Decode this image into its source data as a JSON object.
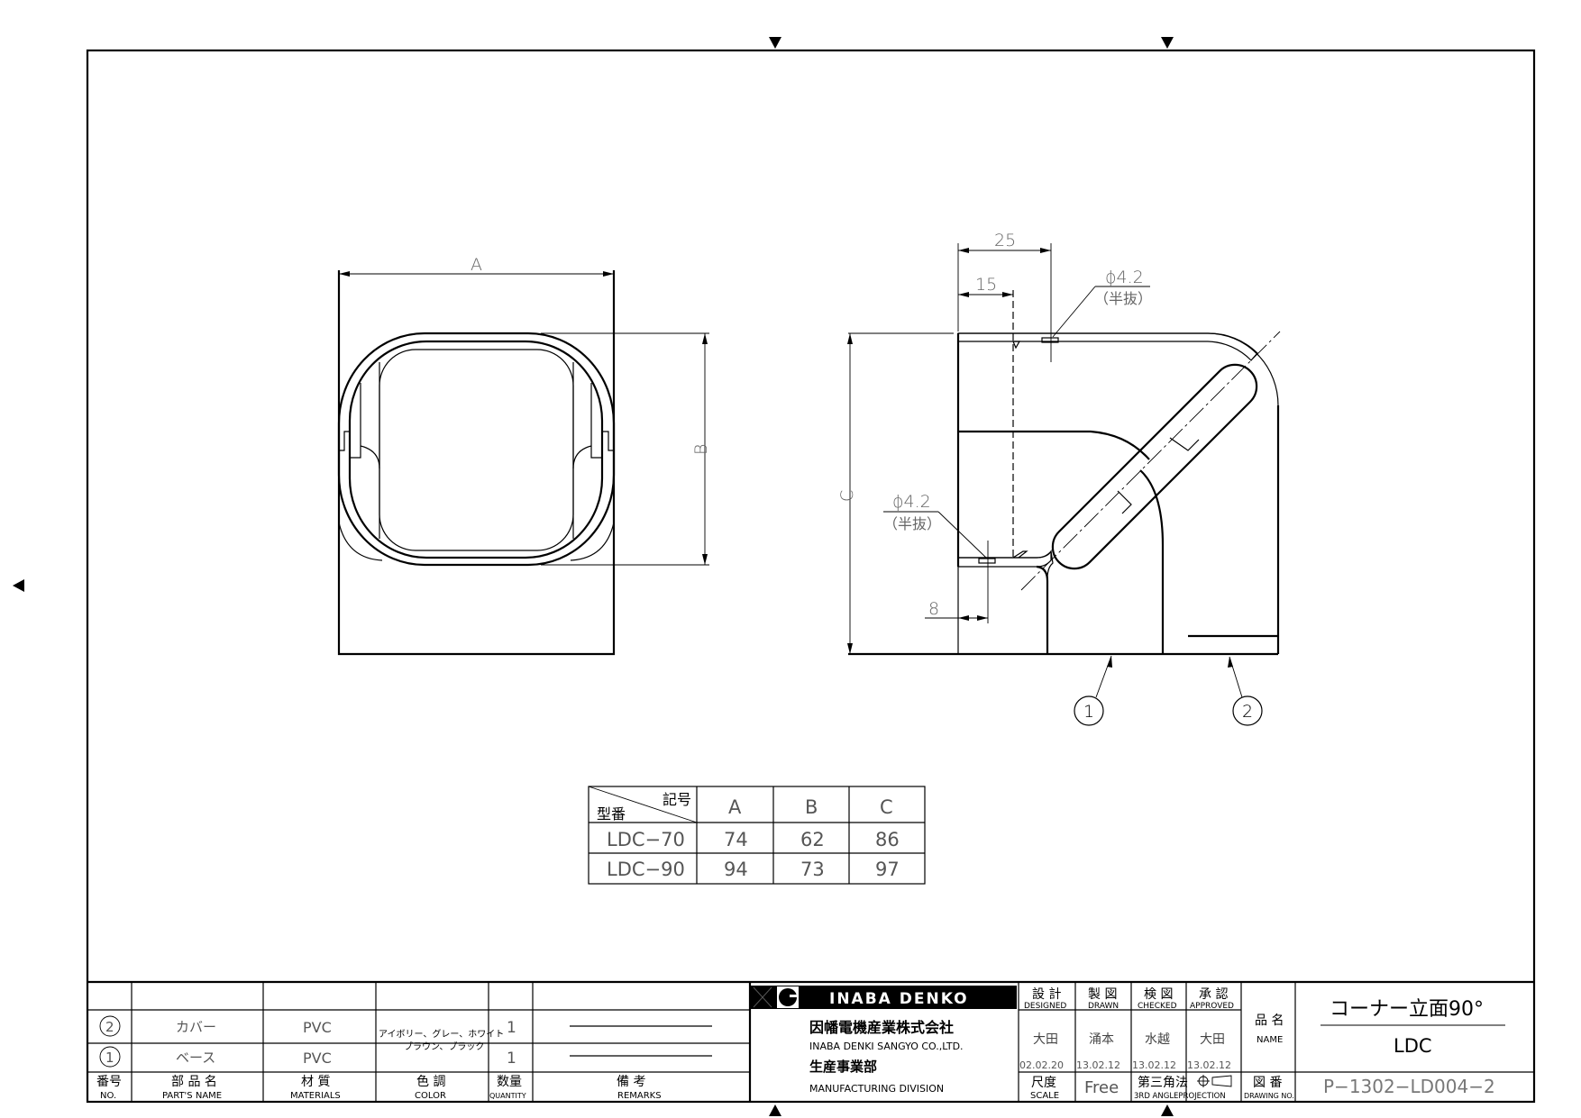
{
  "views": {
    "front": {
      "dim_width": "A",
      "dim_height": "B"
    },
    "side": {
      "dim_height": "C",
      "dim_25": "25",
      "dim_15": "15",
      "dim_8": "8",
      "hole_top": {
        "size": "ϕ4.2",
        "note": "（半抜）"
      },
      "hole_bottom": {
        "size": "ϕ4.2",
        "note": "（半抜）"
      },
      "balloon_1": "1",
      "balloon_2": "2"
    }
  },
  "size_table": {
    "corner_top": "記号",
    "corner_bottom": "型番",
    "headers": [
      "A",
      "B",
      "C"
    ],
    "rows": [
      {
        "model": "LDC−70",
        "values": [
          "74",
          "62",
          "86"
        ]
      },
      {
        "model": "LDC−90",
        "values": [
          "94",
          "73",
          "97"
        ]
      }
    ]
  },
  "parts_list": {
    "rows": [
      {
        "no": "2",
        "name": "カバー",
        "material": "PVC",
        "quantity": "1"
      },
      {
        "no": "1",
        "name": "ベース",
        "material": "PVC",
        "quantity": "1"
      }
    ],
    "color_line1": "アイボリー、グレー、ホワイト",
    "color_line2": "ブラウン、ブラック",
    "headers": [
      {
        "jp": "番号",
        "en": "NO."
      },
      {
        "jp": "部 品 名",
        "en": "PART'S NAME"
      },
      {
        "jp": "材 質",
        "en": "MATERIALS"
      },
      {
        "jp": "色 調",
        "en": "COLOR"
      },
      {
        "jp": "数量",
        "en": "QUANTITY"
      },
      {
        "jp": "備 考",
        "en": "REMARKS"
      }
    ]
  },
  "company": {
    "brand": "INABA DENKO",
    "name_jp": "因幡電機産業株式会社",
    "name_en": "INABA DENKI SANGYO CO.,LTD.",
    "division_jp": "生産事業部",
    "division_en": "MANUFACTURING DIVISION"
  },
  "approvals": [
    {
      "jp": "設 計",
      "en": "DESIGNED",
      "name": "大田",
      "date": "02.02.20"
    },
    {
      "jp": "製 図",
      "en": "DRAWN",
      "name": "涌本",
      "date": "13.02.12"
    },
    {
      "jp": "検 図",
      "en": "CHECKED",
      "name": "水越",
      "date": "13.02.12"
    },
    {
      "jp": "承 認",
      "en": "APPROVED",
      "name": "大田",
      "date": "13.02.12"
    }
  ],
  "scale": {
    "jp": "尺度",
    "en": "SCALE",
    "value": "Free"
  },
  "projection": {
    "jp": "第三角法",
    "en": "3RD ANGLEPROJECTION"
  },
  "title": {
    "name_label_jp": "品 名",
    "name_label_en": "NAME",
    "product_name": "コーナー立面90°",
    "product_code": "LDC",
    "drawing_no_label_jp": "図 番",
    "drawing_no_label_en": "DRAWING NO.",
    "drawing_no": "P−1302−LD004−2"
  }
}
